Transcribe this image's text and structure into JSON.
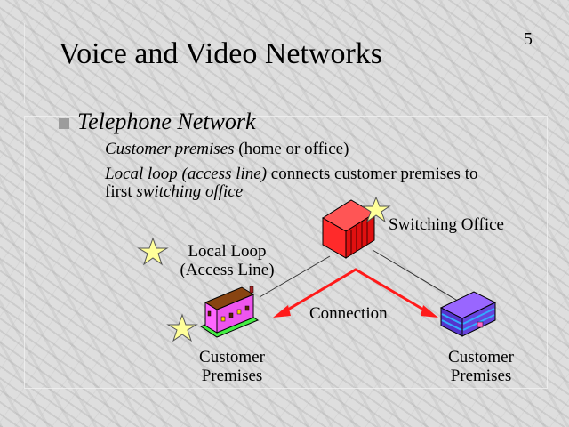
{
  "slide": {
    "title": "Voice and Video Networks",
    "page_number": "5",
    "bullet": "Telephone Network",
    "sub_items": [
      {
        "italic": "Customer premises",
        "normal": " (home or office)"
      },
      {
        "italic": "Local loop (access line)",
        "normal": " connects customer premises to"
      },
      {
        "normal": "first ",
        "italic": "switching office"
      }
    ]
  },
  "diagram": {
    "switching_office_label": "Switching Office",
    "local_loop_label_line1": "Local Loop",
    "local_loop_label_line2": "(Access Line)",
    "connection_label": "Connection",
    "left_premises_line1": "Customer",
    "left_premises_line2": "Premises",
    "right_premises_line1": "Customer",
    "right_premises_line2": "Premises",
    "icons": [
      "switching-office-icon",
      "house-icon",
      "office-building-icon",
      "star-icon"
    ],
    "colors": {
      "connection_arrow": "#ff1a1a",
      "switch": "#ff3333",
      "house": "#ff66ff",
      "building": "#8855ff",
      "star": "#ffff99"
    }
  }
}
